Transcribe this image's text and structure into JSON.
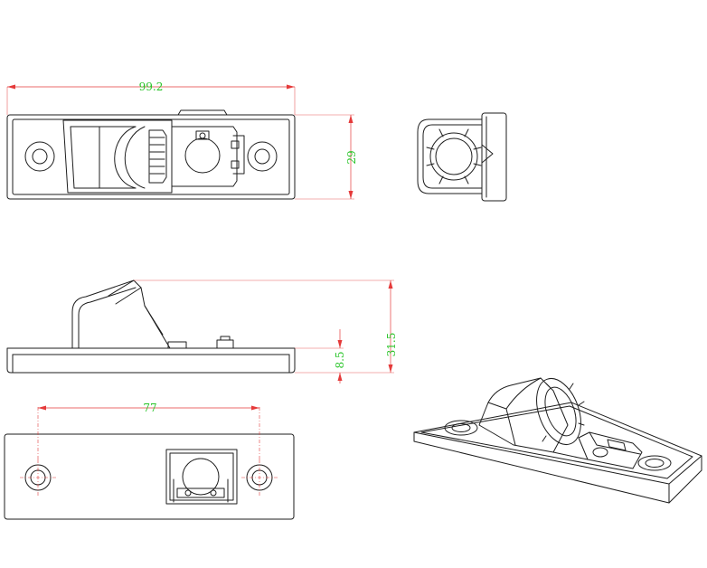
{
  "dimensions": {
    "length": "99.2",
    "width": "29",
    "total_height": "31.5",
    "base_height": "8.5",
    "hole_spacing": "77"
  },
  "colors": {
    "outline": "#1e1e1e",
    "dimension_line": "#e53a3a",
    "dimension_text": "#27c427",
    "background": "#ffffff"
  }
}
